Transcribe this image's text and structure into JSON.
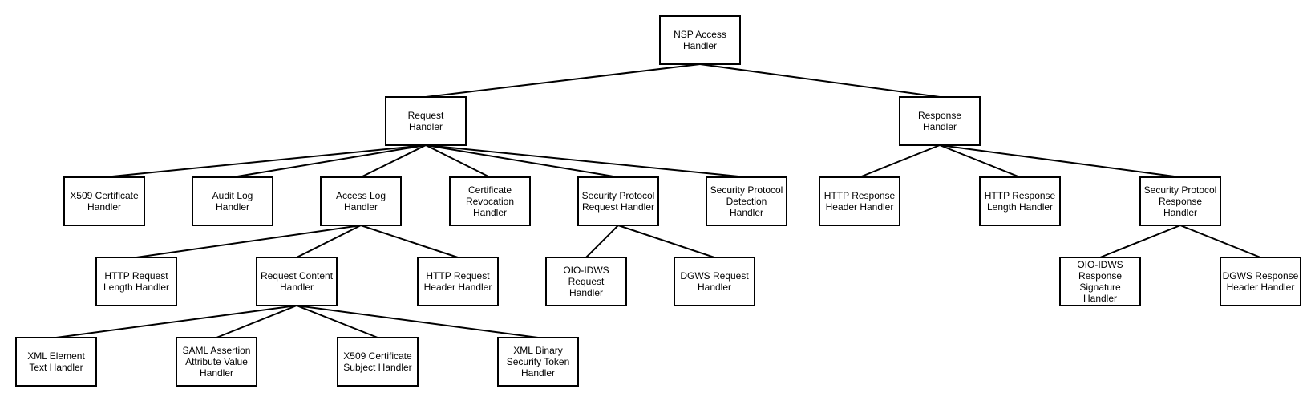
{
  "colors": {
    "stroke": "#000000",
    "fill": "#ffffff",
    "text": "#000000"
  },
  "nodes": [
    {
      "id": "nsp",
      "lines": [
        "NSP Access",
        "Handler"
      ]
    },
    {
      "id": "req",
      "lines": [
        "Request",
        "Handler"
      ]
    },
    {
      "id": "resp",
      "lines": [
        "Response",
        "Handler"
      ]
    },
    {
      "id": "x509",
      "lines": [
        "X509 Certificate",
        "Handler"
      ]
    },
    {
      "id": "audit",
      "lines": [
        "Audit Log",
        "Handler"
      ]
    },
    {
      "id": "access",
      "lines": [
        "Access Log",
        "Handler"
      ]
    },
    {
      "id": "certrev",
      "lines": [
        "Certificate",
        "Revocation",
        "Handler"
      ]
    },
    {
      "id": "secreq",
      "lines": [
        "Security Protocol",
        "Request Handler"
      ]
    },
    {
      "id": "secdet",
      "lines": [
        "Security Protocol",
        "Detection",
        "Handler"
      ]
    },
    {
      "id": "httprh",
      "lines": [
        "HTTP Response",
        "Header Handler"
      ]
    },
    {
      "id": "httprl",
      "lines": [
        "HTTP Response",
        "Length Handler"
      ]
    },
    {
      "id": "secresp",
      "lines": [
        "Security Protocol",
        "Response",
        "Handler"
      ]
    },
    {
      "id": "httpreql",
      "lines": [
        "HTTP Request",
        "Length Handler"
      ]
    },
    {
      "id": "reqcontent",
      "lines": [
        "Request Content",
        "Handler"
      ]
    },
    {
      "id": "httpreqh",
      "lines": [
        "HTTP Request",
        "Header Handler"
      ]
    },
    {
      "id": "oioreq",
      "lines": [
        "OIO-IDWS",
        "Request",
        "Handler"
      ]
    },
    {
      "id": "dgwsreq",
      "lines": [
        "DGWS Request",
        "Handler"
      ]
    },
    {
      "id": "oiosig",
      "lines": [
        "OIO-IDWS",
        "Response",
        "Signature",
        "Handler"
      ]
    },
    {
      "id": "dgwsresp",
      "lines": [
        "DGWS Response",
        "Header Handler"
      ]
    },
    {
      "id": "xmlel",
      "lines": [
        "XML Element",
        "Text Handler"
      ]
    },
    {
      "id": "saml",
      "lines": [
        "SAML Assertion",
        "Attribute Value",
        "Handler"
      ]
    },
    {
      "id": "x509subj",
      "lines": [
        "X509 Certificate",
        "Subject Handler"
      ]
    },
    {
      "id": "xmlbin",
      "lines": [
        "XML Binary",
        "Security Token",
        "Handler"
      ]
    }
  ],
  "edges": [
    [
      "nsp",
      "req"
    ],
    [
      "nsp",
      "resp"
    ],
    [
      "req",
      "x509"
    ],
    [
      "req",
      "audit"
    ],
    [
      "req",
      "access"
    ],
    [
      "req",
      "certrev"
    ],
    [
      "req",
      "secreq"
    ],
    [
      "req",
      "secdet"
    ],
    [
      "resp",
      "httprh"
    ],
    [
      "resp",
      "httprl"
    ],
    [
      "resp",
      "secresp"
    ],
    [
      "access",
      "httpreql"
    ],
    [
      "access",
      "reqcontent"
    ],
    [
      "access",
      "httpreqh"
    ],
    [
      "secreq",
      "oioreq"
    ],
    [
      "secreq",
      "dgwsreq"
    ],
    [
      "secresp",
      "oiosig"
    ],
    [
      "secresp",
      "dgwsresp"
    ],
    [
      "reqcontent",
      "xmlel"
    ],
    [
      "reqcontent",
      "saml"
    ],
    [
      "reqcontent",
      "x509subj"
    ],
    [
      "reqcontent",
      "xmlbin"
    ]
  ]
}
